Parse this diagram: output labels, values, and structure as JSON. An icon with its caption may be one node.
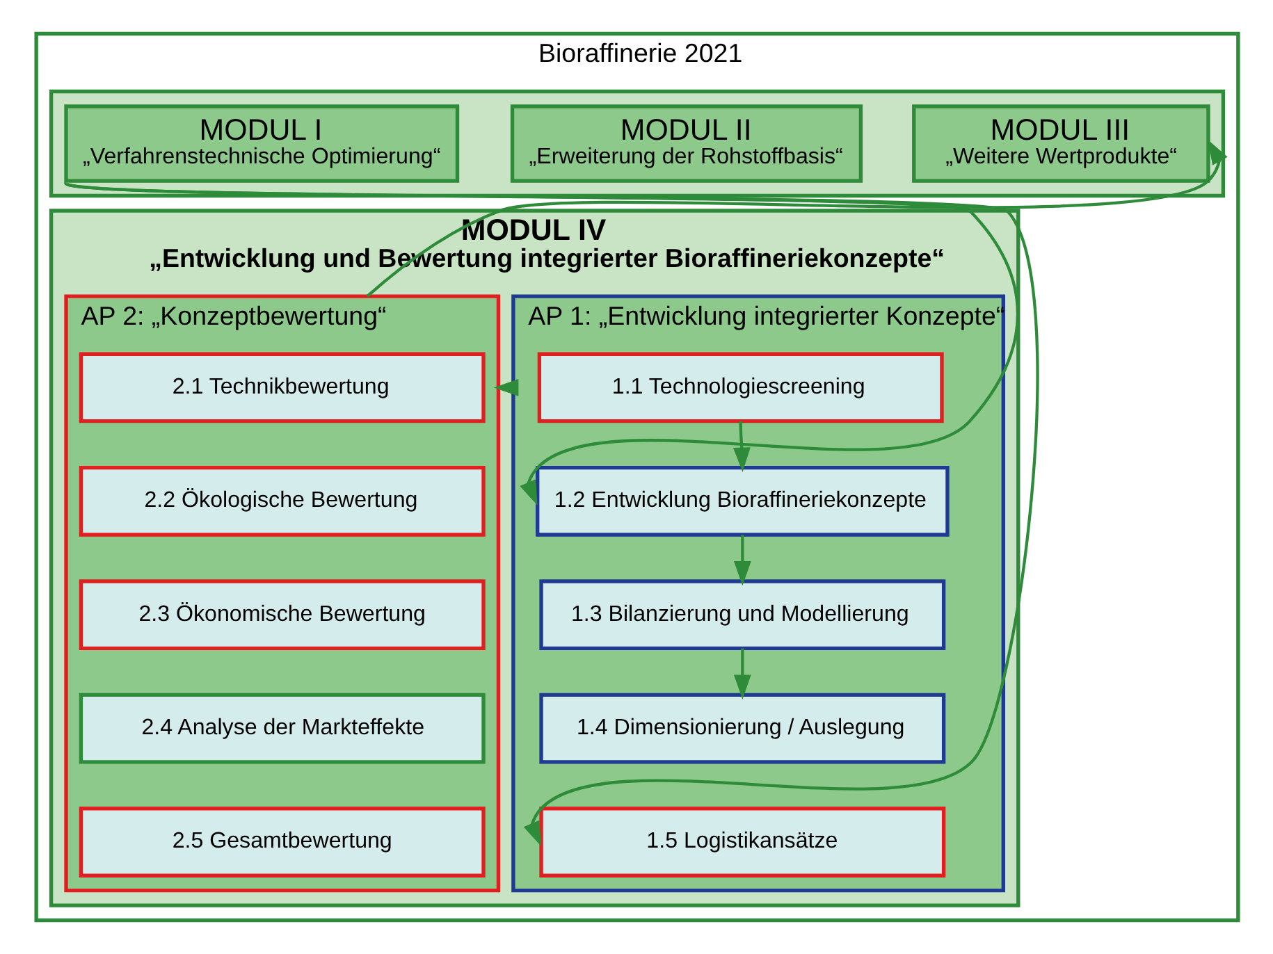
{
  "diagram": {
    "nodes": [
      {
        "text": [
          "Bioraffinerie 2021"
        ]
      },
      {
        "text": [],
        "shape": "box",
        "in": 0
      },
      {
        "text": [
          "MODUL I",
          "„Verfahrenstechnische Optimierung“"
        ],
        "in": 1
      },
      {
        "text": [
          "MODUL II",
          "„Erweiterung der Rohstoffbasis“"
        ],
        "in": 1
      },
      {
        "text": [
          "MODUL III",
          "„Weitere Wertprodukte“"
        ],
        "in": 1
      },
      {
        "text": [
          "MODUL IV",
          "„Entwicklung und Bewertung integrierter Bioraffineriekonzepte“"
        ],
        "in": 0
      },
      {
        "text": [
          "AP 1: „Entwicklung integrierter Konzepte“"
        ],
        "in": 5
      },
      {
        "text": [
          "1.1 Technologiescreening"
        ],
        "in": 6
      },
      {
        "text": [
          "1.2 Entwicklung Bioraffineriekonzepte"
        ],
        "in": 6
      },
      {
        "text": [
          "1.3 Bilanzierung und Modellierung"
        ],
        "in": 6
      },
      {
        "text": [
          "1.4 Dimensionierung / Auslegung"
        ],
        "in": 6
      },
      {
        "text": [
          "1.5 Logistikansätze"
        ],
        "in": 6
      },
      {
        "text": [
          "AP 2: „Konzeptbewertung“"
        ],
        "in": 5
      },
      {
        "text": [
          "2.1 Technikbewertung"
        ],
        "in": 12
      },
      {
        "text": [
          "2.2 Ökologische Bewertung"
        ],
        "in": 12
      },
      {
        "text": [
          "2.3 Ökonomische Bewertung"
        ],
        "in": 12
      },
      {
        "text": [
          "2.4 Analyse der Markteffekte"
        ],
        "in": 12
      },
      {
        "text": [
          "2.5 Gesamtbewertung"
        ],
        "in": 12
      }
    ],
    "edges": [
      {
        "from": 7,
        "to": 8,
        "arrow": "to"
      },
      {
        "from": 8,
        "to": 9,
        "arrow": "to"
      },
      {
        "from": 9,
        "to": 10,
        "arrow": "to"
      },
      {
        "from": 2,
        "to": 8,
        "arrow": "to"
      },
      {
        "from": 2,
        "to": 11,
        "arrow": "to"
      },
      {
        "from": 6,
        "to": 12,
        "arrow": "to"
      },
      {
        "from": 12,
        "to": 4,
        "arrow": "to"
      }
    ]
  }
}
